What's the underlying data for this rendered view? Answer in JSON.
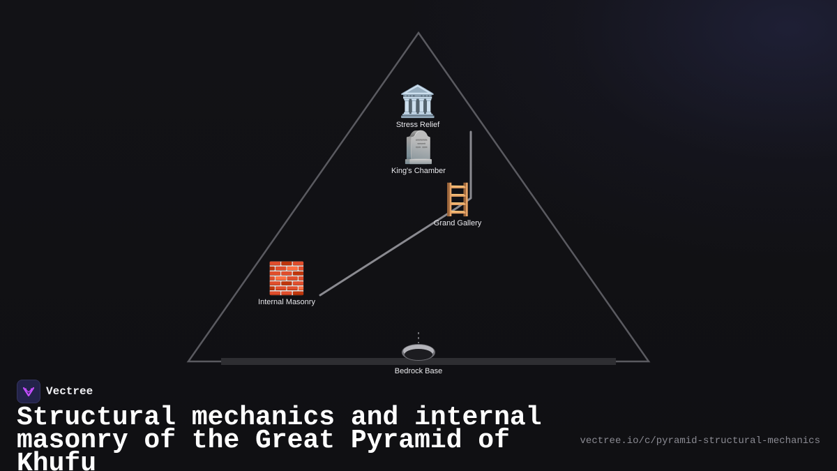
{
  "brand": {
    "name": "Vectree",
    "logo_icon": "vectree-logo-icon",
    "logo_color": "#c44dff"
  },
  "title": "Structural mechanics and internal masonry of the Great Pyramid of Khufu",
  "url": "vectree.io/c/pyramid-structural-mechanics",
  "diagram": {
    "nodes": [
      {
        "id": "stress-relief",
        "label": "Stress Relief",
        "icon": "classical-building-icon",
        "emoji": "🏛️"
      },
      {
        "id": "kings-chamber",
        "label": "King's Chamber",
        "icon": "headstone-icon",
        "emoji": "🪦"
      },
      {
        "id": "grand-gallery",
        "label": "Grand Gallery",
        "icon": "ladder-icon",
        "emoji": "🪜"
      },
      {
        "id": "internal-masonry",
        "label": "Internal Masonry",
        "icon": "brick-icon",
        "emoji": "🧱"
      },
      {
        "id": "bedrock-base",
        "label": "Bedrock Base",
        "icon": "bedrock-dish-icon",
        "emoji": ""
      }
    ],
    "colors": {
      "outline": "#5a5a60",
      "connector": "#8a8a90",
      "base": "#2e2e32"
    }
  }
}
